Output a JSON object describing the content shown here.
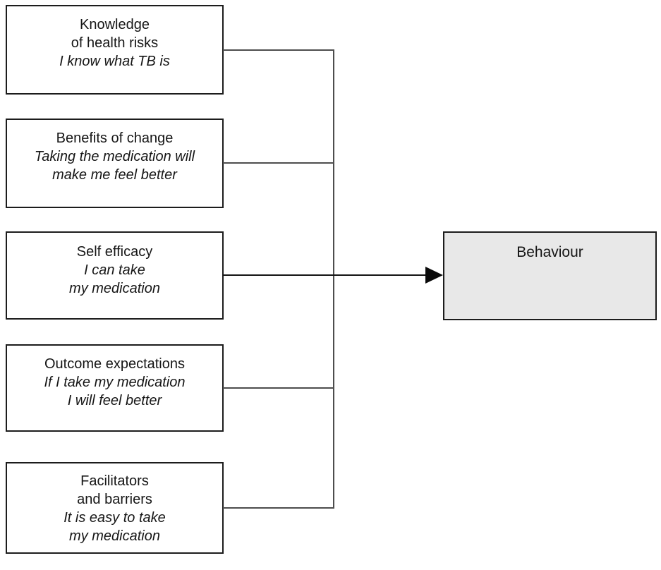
{
  "diagram": {
    "source_boxes": [
      {
        "id": "knowledge",
        "title": "Knowledge\nof health risks",
        "example": "I know what TB is"
      },
      {
        "id": "benefits",
        "title": "Benefits of change",
        "example": "Taking the medication will\nmake me feel better"
      },
      {
        "id": "self-efficacy",
        "title": "Self efficacy",
        "example": "I can take\nmy medication"
      },
      {
        "id": "outcome-expectations",
        "title": "Outcome expectations",
        "example": "If I take my medication\nI will feel better"
      },
      {
        "id": "facilitators-barriers",
        "title": "Facilitators\nand barriers",
        "example": "It is easy to take\nmy medication"
      }
    ],
    "target_box": {
      "label": "Behaviour"
    },
    "colors": {
      "background": "#ffffff",
      "box_border": "#1c1c1c",
      "target_fill": "#e8e8e8",
      "connector_line": "#4d4d4d",
      "arrow": "#0a0a0a",
      "text": "#161616"
    }
  }
}
